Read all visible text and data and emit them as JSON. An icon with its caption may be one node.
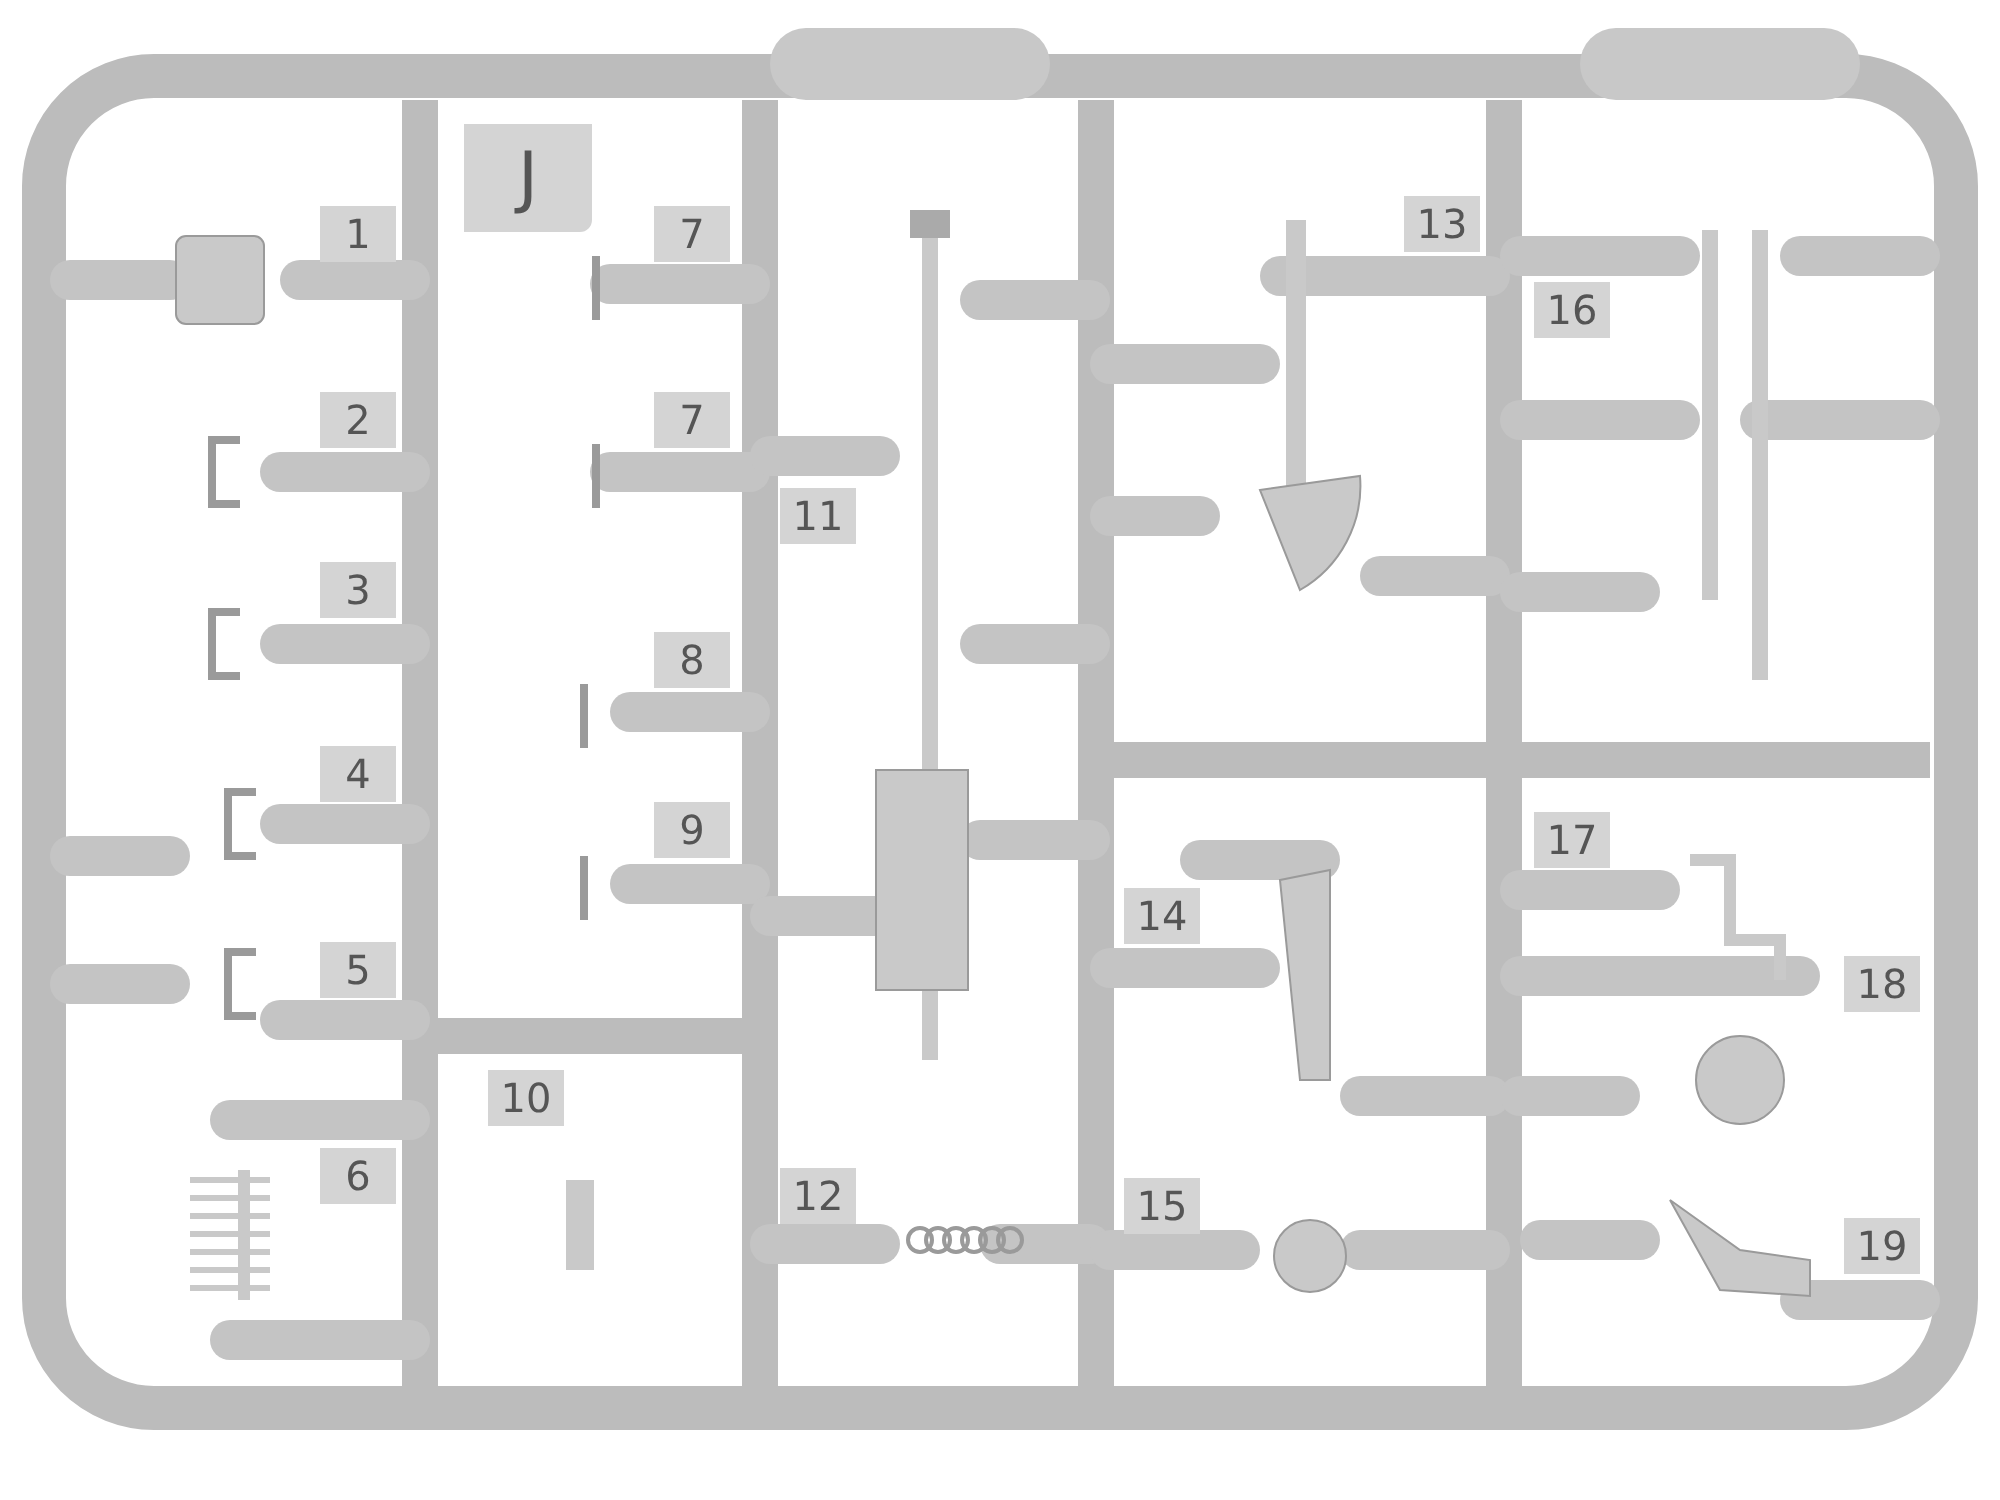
{
  "diagram": {
    "labels": [
      "J",
      "1",
      "2",
      "3",
      "4",
      "5",
      "6",
      "7",
      "7",
      "8",
      "9",
      "10",
      "11",
      "12",
      "13",
      "14",
      "15",
      "16",
      "17",
      "18",
      "19"
    ]
  }
}
